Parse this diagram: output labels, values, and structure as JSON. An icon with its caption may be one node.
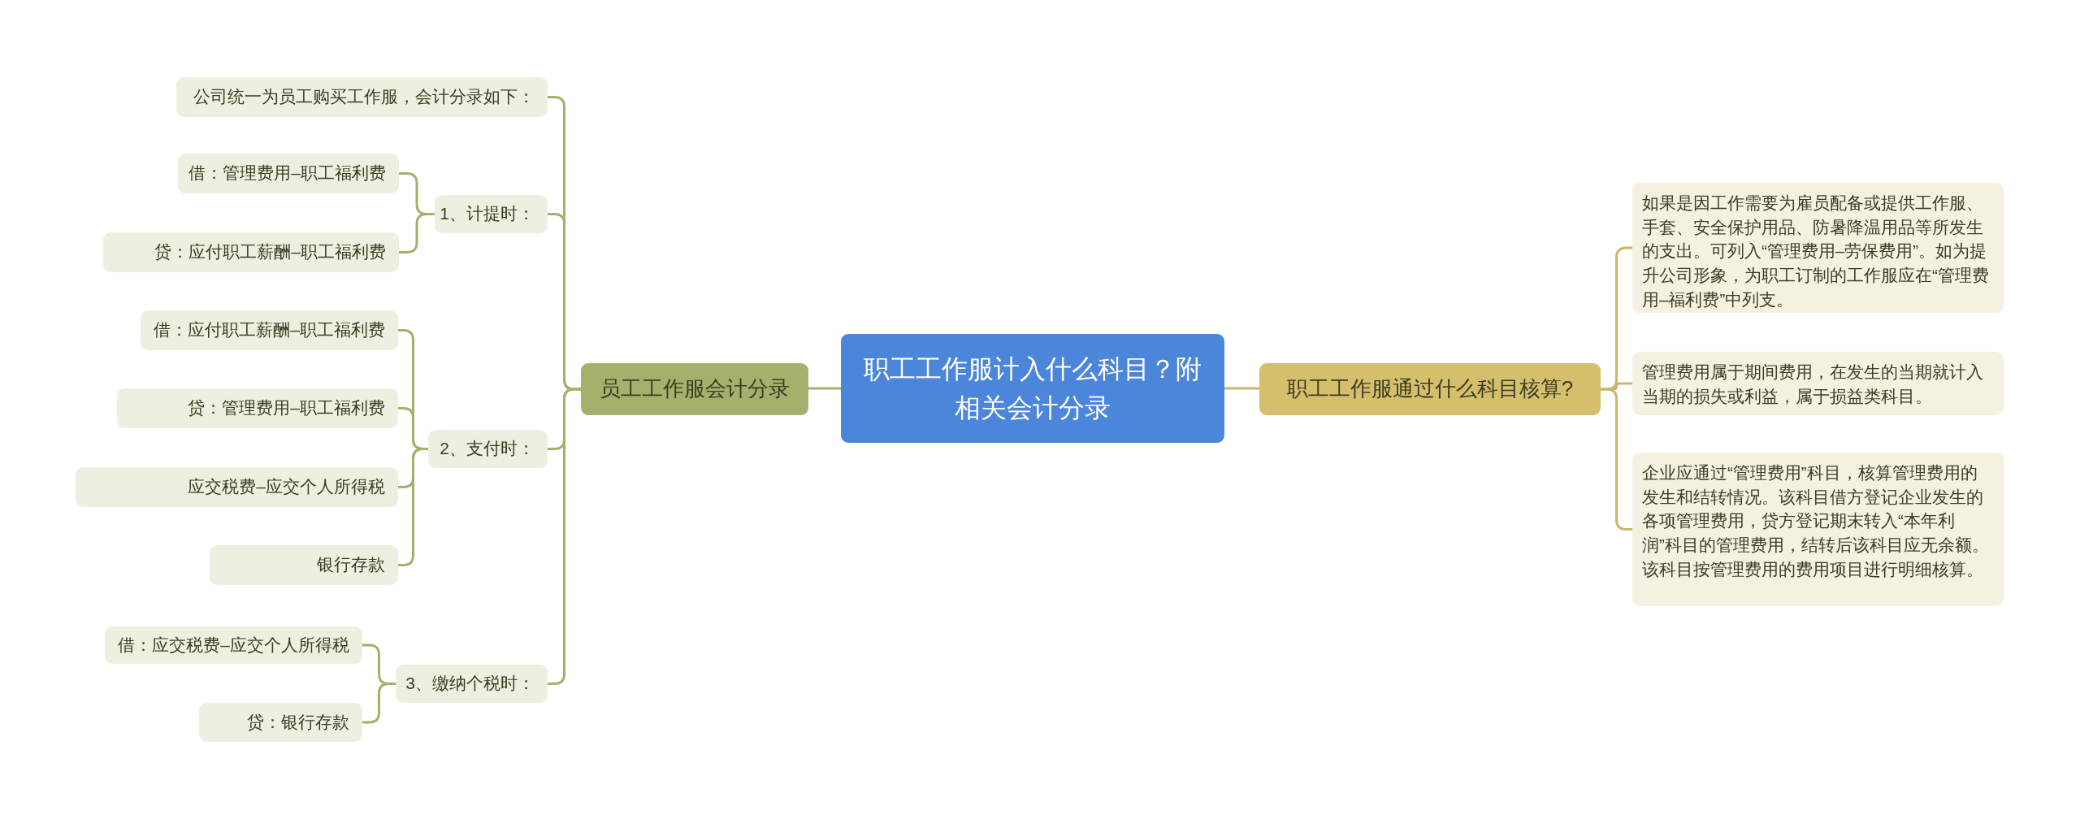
{
  "diagram": {
    "nodes": [
      {
        "text": [
          "职工工作服计入什么科目？附相关会计分录"
        ]
      },
      {
        "text": [
          "员工工作服会计分录"
        ]
      },
      {
        "text": [
          "公司统一为员工购买工作服，会计分录如下："
        ]
      },
      {
        "text": [
          "1、计提时："
        ]
      },
      {
        "text": [
          "借：管理费用–职工福利费"
        ]
      },
      {
        "text": [
          "贷：应付职工薪酬–职工福利费"
        ]
      },
      {
        "text": [
          "2、支付时："
        ]
      },
      {
        "text": [
          "借：应付职工薪酬–职工福利费"
        ]
      },
      {
        "text": [
          "贷：管理费用–职工福利费"
        ]
      },
      {
        "text": [
          "应交税费–应交个人所得税"
        ]
      },
      {
        "text": [
          "银行存款"
        ]
      },
      {
        "text": [
          "3、缴纳个税时："
        ]
      },
      {
        "text": [
          "借：应交税费–应交个人所得税"
        ]
      },
      {
        "text": [
          "贷：银行存款"
        ]
      },
      {
        "text": [
          "职工工作服通过什么科目核算?"
        ]
      },
      {
        "text": [
          "如果是因工作需要为雇员配备或提供工作服、手套、安全保护用品、防暑降温用品等所发生的支出。可列入“管理费用–劳保费用”。如为提升公司形象，为职工订制的工作服应在“管理费用–福利费”中列支。"
        ]
      },
      {
        "text": [
          "管理费用属于期间费用，在发生的当期就计入当期的损失或利益，属于损益类科目。"
        ]
      },
      {
        "text": [
          "企业应通过“管理费用”科目，核算管理费用的发生和结转情况。该科目借方登记企业发生的各项管理费用，贷方登记期末转入“本年利润”科目的管理费用，结转后该科目应无余额。该科目按管理费用的费用项目进行明细核算。"
        ]
      }
    ],
    "edges": [
      {
        "from": 0,
        "to": 1,
        "arrow": "none"
      },
      {
        "from": 1,
        "to": 2,
        "arrow": "none"
      },
      {
        "from": 1,
        "to": 3,
        "arrow": "none"
      },
      {
        "from": 3,
        "to": 4,
        "arrow": "none"
      },
      {
        "from": 3,
        "to": 5,
        "arrow": "none"
      },
      {
        "from": 1,
        "to": 6,
        "arrow": "none"
      },
      {
        "from": 6,
        "to": 7,
        "arrow": "none"
      },
      {
        "from": 6,
        "to": 8,
        "arrow": "none"
      },
      {
        "from": 6,
        "to": 9,
        "arrow": "none"
      },
      {
        "from": 6,
        "to": 10,
        "arrow": "none"
      },
      {
        "from": 1,
        "to": 11,
        "arrow": "none"
      },
      {
        "from": 11,
        "to": 12,
        "arrow": "none"
      },
      {
        "from": 11,
        "to": 13,
        "arrow": "none"
      },
      {
        "from": 0,
        "to": 14,
        "arrow": "none",
        "color": "#c9b66c"
      },
      {
        "from": 14,
        "to": 15,
        "arrow": "none",
        "color": "#c9b66c"
      },
      {
        "from": 14,
        "to": 16,
        "arrow": "none",
        "color": "#c9b66c"
      },
      {
        "from": 14,
        "to": 17,
        "arrow": "none",
        "color": "#c9b66c"
      }
    ]
  }
}
